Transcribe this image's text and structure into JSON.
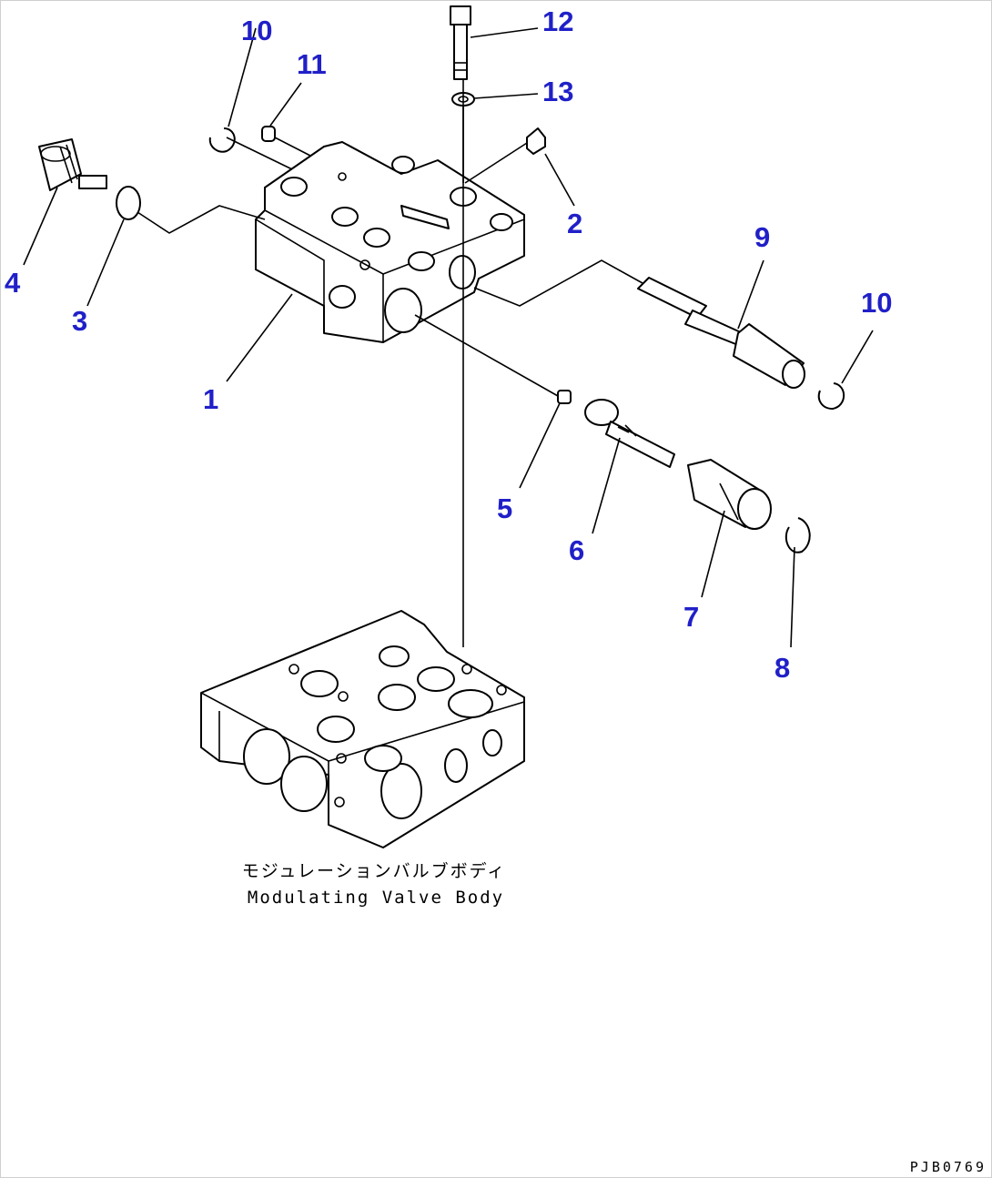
{
  "caption_jp": "モジュレーションバルブボディ",
  "caption_en": "Modulating Valve Body",
  "drawing_code": "PJB0769",
  "callouts": {
    "c1": "1",
    "c2": "2",
    "c3": "3",
    "c4": "4",
    "c5": "5",
    "c6": "6",
    "c7": "7",
    "c8": "8",
    "c9": "9",
    "c10a": "10",
    "c10b": "10",
    "c11": "11",
    "c12": "12",
    "c13": "13"
  },
  "colors": {
    "callout": "#2020c8",
    "line": "#000000",
    "background": "#ffffff"
  }
}
